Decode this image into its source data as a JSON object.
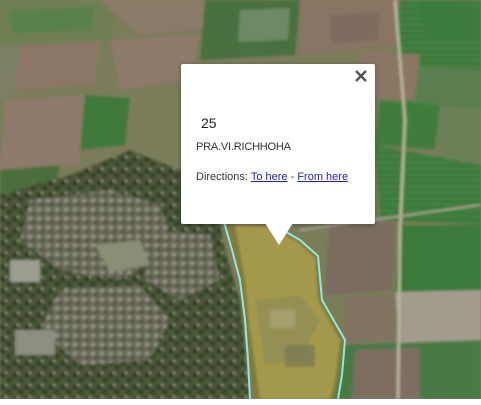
{
  "map": {
    "imagery": "satellite",
    "colors": {
      "field_green": "#3f7a3a",
      "field_brown": "#8a7566",
      "village": "#6f6e5c",
      "highlight_area": "#b5a852",
      "boundary_line": "#8fe8e0"
    }
  },
  "infowindow": {
    "marker_id": "25",
    "place_name": "PRA.VI.RICHHOHA",
    "directions_label": "Directions:",
    "to_here": "To here",
    "separator": "-",
    "from_here": "From here",
    "close_icon": "close-icon"
  }
}
